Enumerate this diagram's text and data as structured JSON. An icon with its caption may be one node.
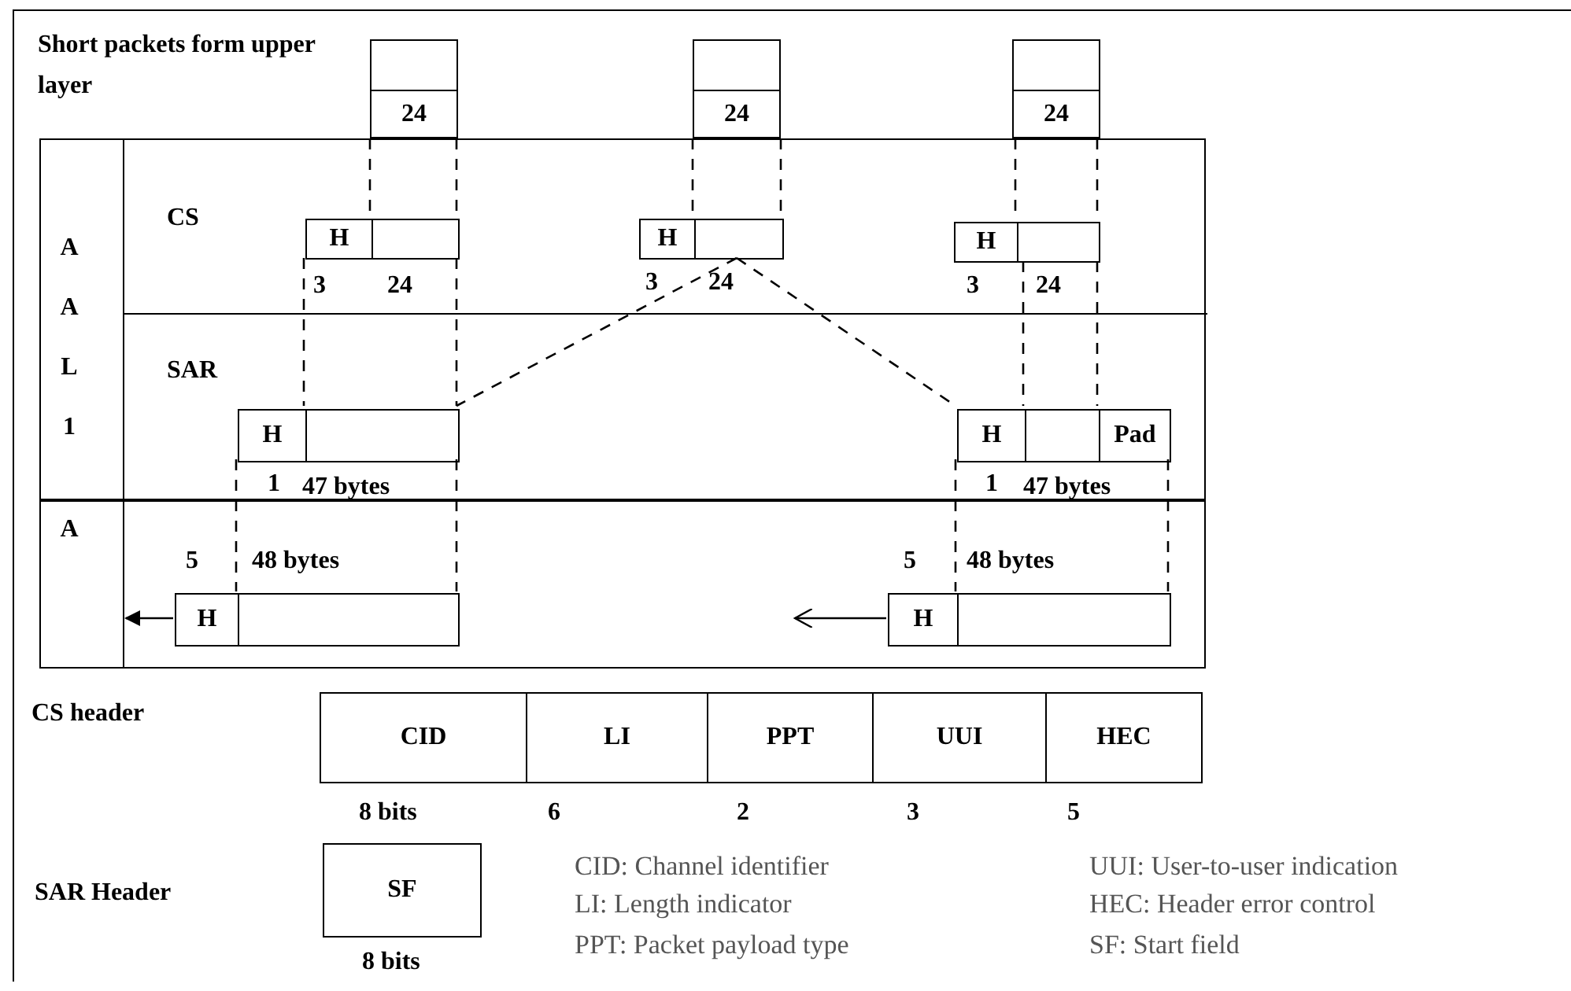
{
  "diagram": {
    "title": "Short packets form upper layer",
    "nodes": [
      {
        "text": [
          "24"
        ]
      },
      {
        "text": [
          "24"
        ]
      },
      {
        "text": [
          "24"
        ]
      },
      {
        "text": [
          "AAL1"
        ]
      },
      {
        "text": [
          "CS"
        ],
        "in": 3
      },
      {
        "text": [
          "SAR"
        ],
        "in": 3
      },
      {
        "text": [
          "H"
        ],
        "in": 4,
        "beside": [
          "3",
          "24"
        ]
      },
      {
        "text": [
          "H"
        ],
        "in": 4,
        "beside": [
          "3",
          "24"
        ]
      },
      {
        "text": [
          "H"
        ],
        "in": 4,
        "beside": [
          "3",
          "24"
        ]
      },
      {
        "text": [
          "H"
        ],
        "in": 5,
        "beside": [
          "1",
          "47 bytes"
        ]
      },
      {
        "text": [
          "H",
          "Pad"
        ],
        "in": 5,
        "beside": [
          "1",
          "47 bytes"
        ]
      },
      {
        "text": [
          "A"
        ]
      },
      {
        "text": [
          "H"
        ],
        "in": 11,
        "beside": [
          "5",
          "48 bytes"
        ]
      },
      {
        "text": [
          "H"
        ],
        "in": 11,
        "beside": [
          "5",
          "48 bytes"
        ]
      },
      {
        "text": [
          "CS header"
        ]
      },
      {
        "text": [
          "CID"
        ],
        "in": 14,
        "beside": [
          "8 bits"
        ]
      },
      {
        "text": [
          "LI"
        ],
        "in": 14,
        "beside": [
          "6"
        ]
      },
      {
        "text": [
          "PPT"
        ],
        "in": 14,
        "beside": [
          "2"
        ]
      },
      {
        "text": [
          "UUI"
        ],
        "in": 14,
        "beside": [
          "3"
        ]
      },
      {
        "text": [
          "HEC"
        ],
        "in": 14,
        "beside": [
          "5"
        ]
      },
      {
        "text": [
          "SF"
        ],
        "beside": [
          "8 bits"
        ]
      }
    ],
    "edges": [
      {
        "from": 0,
        "to": 6,
        "arrow": "none",
        "style": "dashed"
      },
      {
        "from": 0,
        "to": 6,
        "arrow": "none",
        "style": "dashed"
      },
      {
        "from": 1,
        "to": 7,
        "arrow": "none",
        "style": "dashed"
      },
      {
        "from": 1,
        "to": 7,
        "arrow": "none",
        "style": "dashed"
      },
      {
        "from": 2,
        "to": 8,
        "arrow": "none",
        "style": "dashed"
      },
      {
        "from": 2,
        "to": 8,
        "arrow": "none",
        "style": "dashed"
      },
      {
        "from": 6,
        "to": 9,
        "arrow": "none",
        "style": "dashed"
      },
      {
        "from": 6,
        "to": 9,
        "arrow": "none",
        "style": "dashed"
      },
      {
        "from": 7,
        "to": 9,
        "arrow": "none",
        "style": "dashed"
      },
      {
        "from": 7,
        "to": 10,
        "arrow": "none",
        "style": "dashed"
      },
      {
        "from": 8,
        "to": 10,
        "arrow": "none",
        "style": "dashed"
      },
      {
        "from": 8,
        "to": 10,
        "arrow": "none",
        "style": "dashed"
      },
      {
        "from": 9,
        "to": 12,
        "arrow": "none",
        "style": "dashed"
      },
      {
        "from": 9,
        "to": 12,
        "arrow": "none",
        "style": "dashed"
      },
      {
        "from": 10,
        "to": 13,
        "arrow": "none",
        "style": "dashed"
      },
      {
        "from": 10,
        "to": 13,
        "arrow": "none",
        "style": "dashed"
      },
      {
        "from": 12,
        "to": null,
        "arrow": "to"
      },
      {
        "from": 13,
        "to": null,
        "arrow": "to"
      }
    ],
    "labels": [
      "SAR Header",
      "CID: Channel identifier",
      "UUI: User-to-user indication",
      "LI: Length indicator",
      "HEC: Header error control",
      "PPT: Packet payload type",
      "SF: Start field"
    ]
  }
}
